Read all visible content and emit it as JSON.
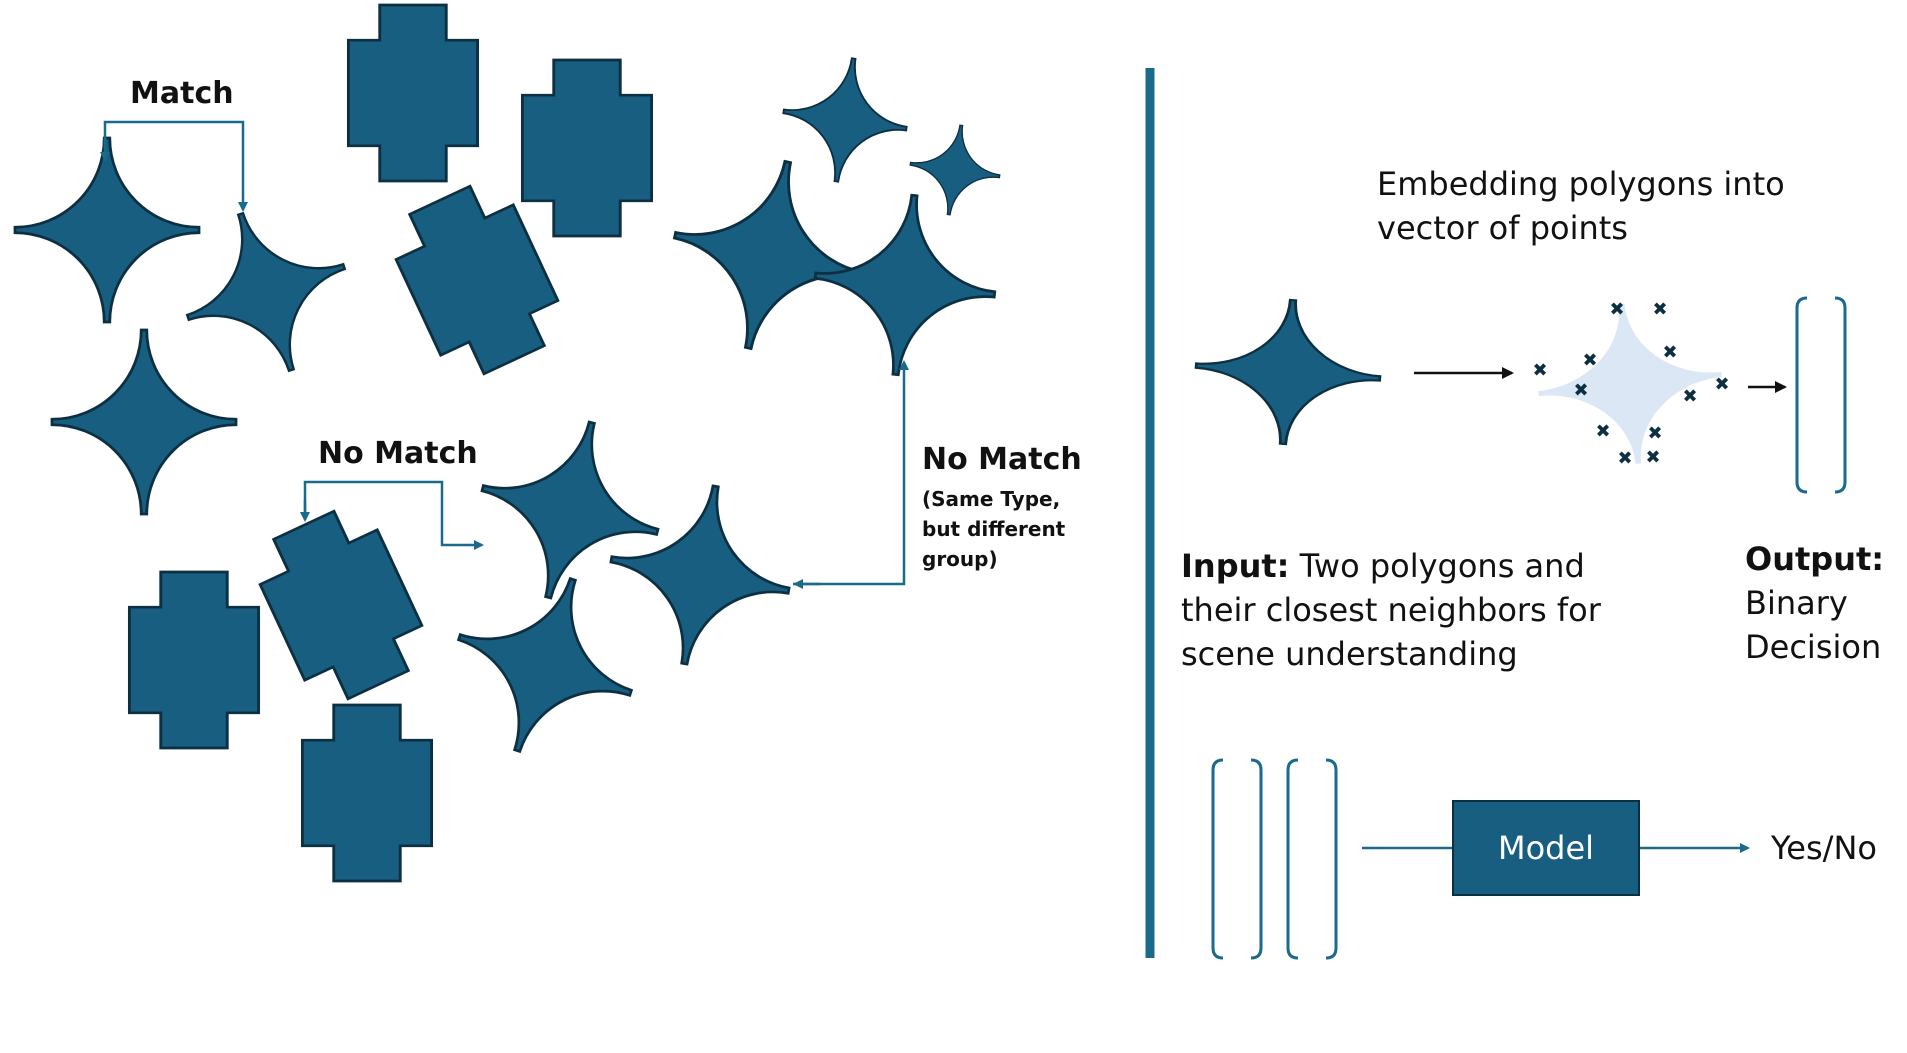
{
  "colors": {
    "shape_fill": "#175e80",
    "shape_stroke": "#0d2f42",
    "point_cloud": "#dbe7f4",
    "arrow": "#1a6a8c"
  },
  "left_panel": {
    "match_label": "Match",
    "no_match_label": "No Match",
    "no_match_right_label": "No Match",
    "no_match_note_lines": [
      "(Same Type,",
      "but different",
      "group)"
    ]
  },
  "right_panel": {
    "embedding_title_lines": [
      "Embedding polygons into",
      "vector of points"
    ],
    "input_bold": "Input:",
    "input_lines": [
      "Two polygons and",
      "their closest neighbors for",
      "scene understanding"
    ],
    "output_bold": "Output:",
    "output_lines": [
      "Binary",
      "Decision"
    ],
    "model_label": "Model",
    "result_label": "Yes/No"
  }
}
